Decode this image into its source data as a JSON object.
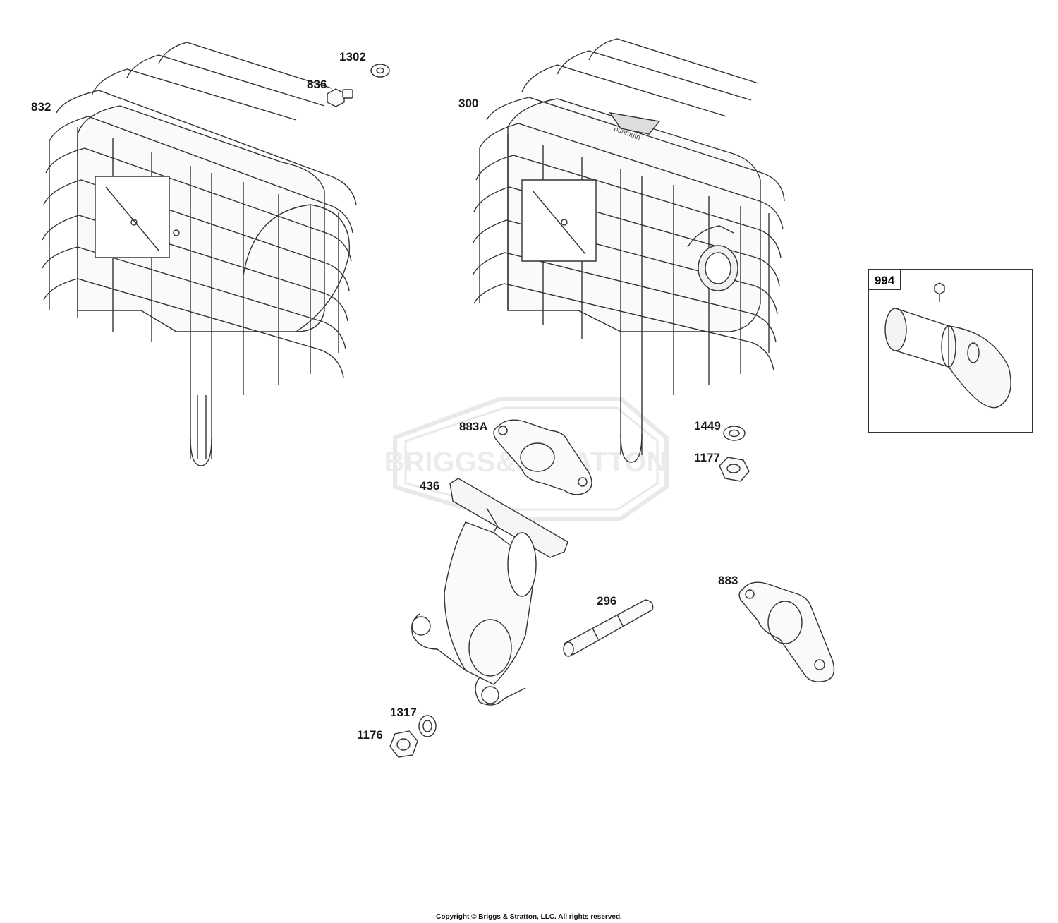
{
  "watermark": "BRIGGS&STRATTON",
  "labels": {
    "p832": "832",
    "p836": "836",
    "p1302": "1302",
    "p300": "300",
    "p994": "994",
    "p883A": "883A",
    "p1449": "1449",
    "p1177": "1177",
    "p436": "436",
    "p883": "883",
    "p296": "296",
    "p1317": "1317",
    "p1176": "1176"
  },
  "copyright": "Copyright © Briggs & Stratton, LLC. All rights reserved."
}
